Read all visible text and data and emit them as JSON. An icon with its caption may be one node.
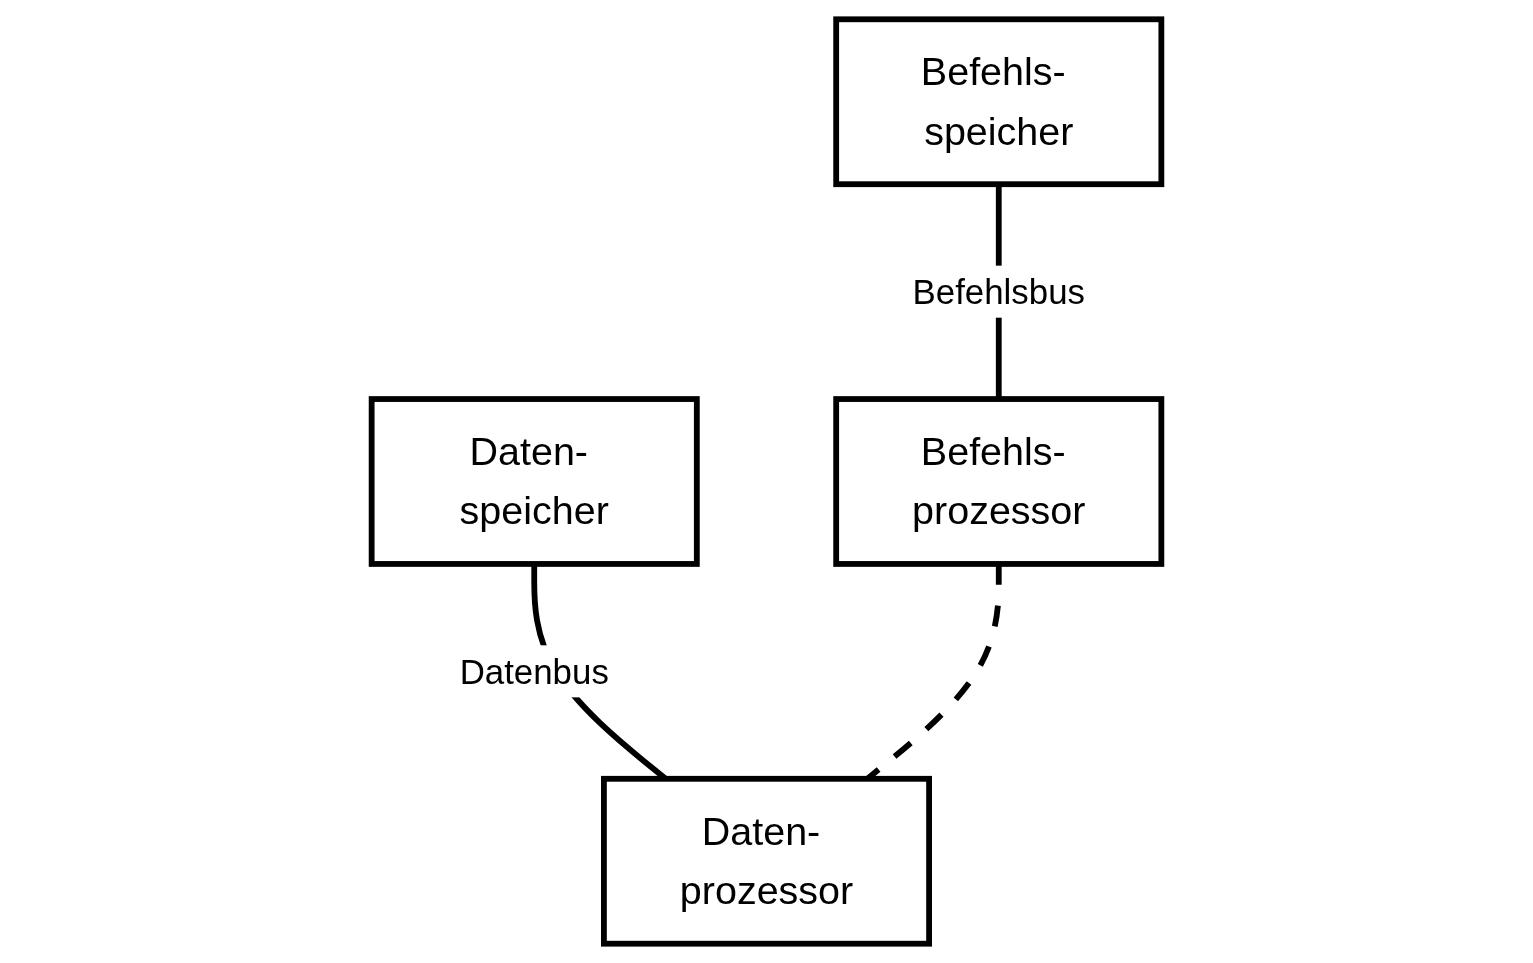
{
  "diagram": {
    "nodes": [
      {
        "text": [
          "Befehls- speicher"
        ]
      },
      {
        "text": [
          "Daten- speicher"
        ]
      },
      {
        "text": [
          "Befehls- prozessor"
        ]
      },
      {
        "text": [
          "Daten- prozessor"
        ]
      }
    ],
    "edges": [
      {
        "from": 0,
        "to": 2,
        "arrow": "none",
        "label": "Befehlsbus"
      },
      {
        "from": 1,
        "to": 3,
        "arrow": "none",
        "label": "Datenbus"
      },
      {
        "from": 2,
        "to": 3,
        "arrow": "none",
        "style": "dashed"
      }
    ]
  }
}
